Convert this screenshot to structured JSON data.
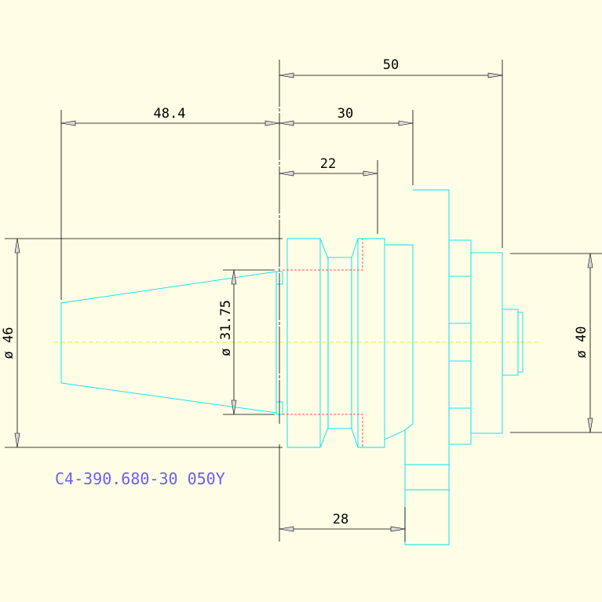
{
  "dimensions": {
    "overall_length": "50",
    "taper_length": "48.4",
    "flange_length": "30",
    "body_length": "22",
    "ring_length": "28",
    "dia_46": "ø 46",
    "dia_31_75": "ø 31.75",
    "dia_40": "ø 40"
  },
  "part_number": "C4-390.680-30 050Y",
  "colors": {
    "background": "#fefee6",
    "dimension": "#000000",
    "geometry": "#00e0ee",
    "hidden": "#ff2020",
    "centerline": "#e6e600",
    "title": "#6a5cff"
  }
}
